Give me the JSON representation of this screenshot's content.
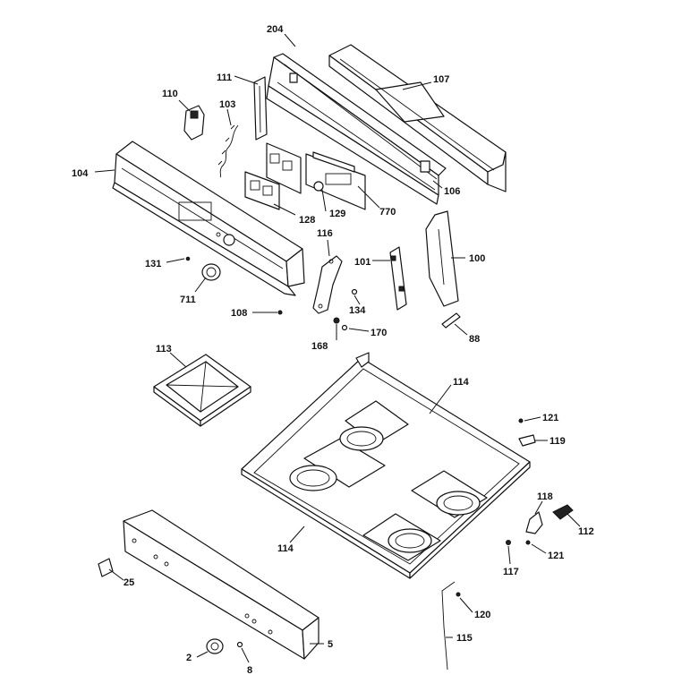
{
  "diagram": {
    "colors": {
      "line": "#111111",
      "background": "#ffffff"
    },
    "callouts": [
      {
        "id": "c204",
        "label": "204"
      },
      {
        "id": "c111",
        "label": "111"
      },
      {
        "id": "c107",
        "label": "107"
      },
      {
        "id": "c110",
        "label": "110"
      },
      {
        "id": "c103",
        "label": "103"
      },
      {
        "id": "c104",
        "label": "104"
      },
      {
        "id": "c106",
        "label": "106"
      },
      {
        "id": "c128",
        "label": "128"
      },
      {
        "id": "c129",
        "label": "129"
      },
      {
        "id": "c770",
        "label": "770"
      },
      {
        "id": "c116",
        "label": "116"
      },
      {
        "id": "c101",
        "label": "101"
      },
      {
        "id": "c100",
        "label": "100"
      },
      {
        "id": "c131",
        "label": "131"
      },
      {
        "id": "c711",
        "label": "711"
      },
      {
        "id": "c108",
        "label": "108"
      },
      {
        "id": "c134",
        "label": "134"
      },
      {
        "id": "c168",
        "label": "168"
      },
      {
        "id": "c170",
        "label": "170"
      },
      {
        "id": "c88",
        "label": "88"
      },
      {
        "id": "c113",
        "label": "113"
      },
      {
        "id": "c114a",
        "label": "114"
      },
      {
        "id": "c114b",
        "label": "114"
      },
      {
        "id": "c121a",
        "label": "121"
      },
      {
        "id": "c119",
        "label": "119"
      },
      {
        "id": "c118",
        "label": "118"
      },
      {
        "id": "c112",
        "label": "112"
      },
      {
        "id": "c117",
        "label": "117"
      },
      {
        "id": "c121b",
        "label": "121"
      },
      {
        "id": "c25",
        "label": "25"
      },
      {
        "id": "c120",
        "label": "120"
      },
      {
        "id": "c115",
        "label": "115"
      },
      {
        "id": "c5",
        "label": "5"
      },
      {
        "id": "c2",
        "label": "2"
      },
      {
        "id": "c8",
        "label": "8"
      }
    ]
  }
}
